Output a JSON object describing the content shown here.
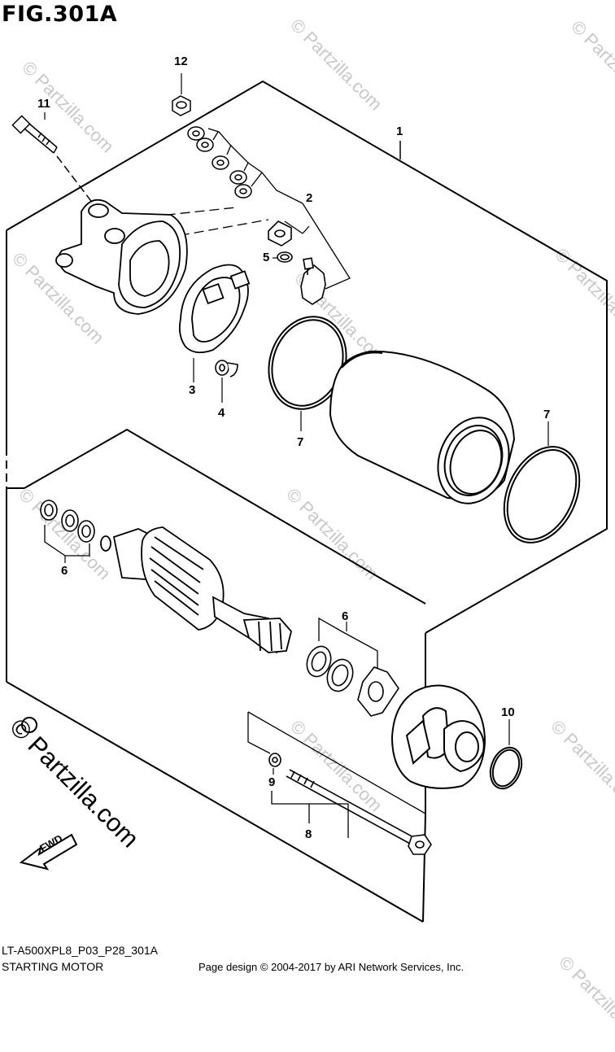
{
  "figure": {
    "title": "FIG.301A",
    "model_code": "LT-A500XPL8_P03_P28_301A",
    "caption": "STARTING MOTOR",
    "page_credit": "Page design © 2004-2017 by ARI Network Services, Inc."
  },
  "watermark": {
    "text": "© Partzilla.com"
  },
  "direction_arrow": {
    "label": "FWD"
  },
  "callouts": [
    {
      "id": "1",
      "label": "1"
    },
    {
      "id": "2",
      "label": "2"
    },
    {
      "id": "3",
      "label": "3"
    },
    {
      "id": "4",
      "label": "4"
    },
    {
      "id": "5",
      "label": "5"
    },
    {
      "id": "6a",
      "label": "6"
    },
    {
      "id": "6b",
      "label": "6"
    },
    {
      "id": "7a",
      "label": "7"
    },
    {
      "id": "7b",
      "label": "7"
    },
    {
      "id": "8",
      "label": "8"
    },
    {
      "id": "9",
      "label": "9"
    },
    {
      "id": "10",
      "label": "10"
    },
    {
      "id": "11",
      "label": "11"
    },
    {
      "id": "12",
      "label": "12"
    }
  ]
}
